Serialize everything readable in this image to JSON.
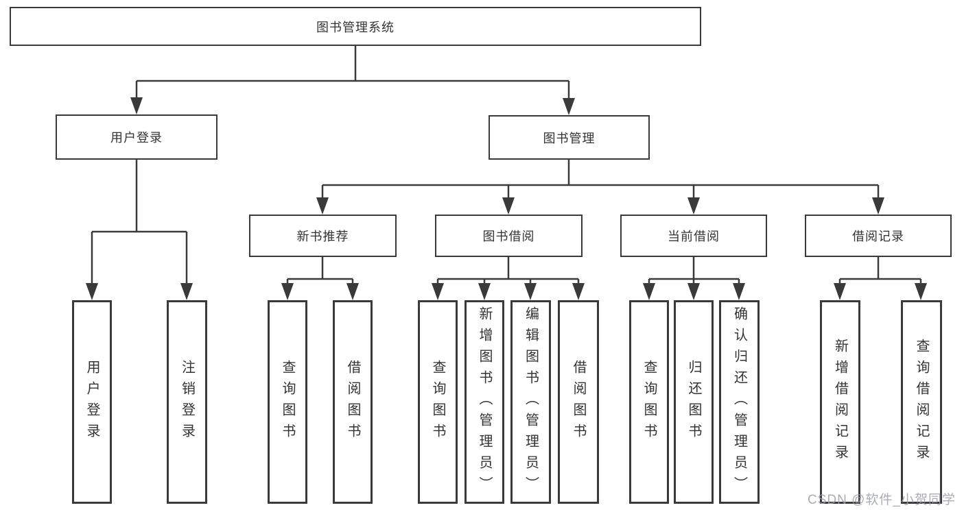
{
  "meta": {
    "diagram_type": "hierarchy-tree",
    "description": "Functional structure diagram of a library management system"
  },
  "palette": {
    "line": "#3a3a3a",
    "box_border": "#3a3a3a",
    "box_fill": "#ffffff",
    "text": "#333333",
    "watermark": "#9b9ea3"
  },
  "tree": {
    "root": {
      "label": "图书管理系统"
    },
    "branches": [
      {
        "label": "用户登录",
        "children": [
          {
            "label": "用户登录"
          },
          {
            "label": "注销登录"
          }
        ]
      },
      {
        "label": "图书管理",
        "children": [
          {
            "label": "新书推荐",
            "children": [
              {
                "label": "查询图书"
              },
              {
                "label": "借阅图书"
              }
            ]
          },
          {
            "label": "图书借阅",
            "children": [
              {
                "label": "查询图书"
              },
              {
                "label": "新增图书（管理员）"
              },
              {
                "label": "编辑图书（管理员）"
              },
              {
                "label": "借阅图书"
              }
            ]
          },
          {
            "label": "当前借阅",
            "children": [
              {
                "label": "查询图书"
              },
              {
                "label": "归还图书"
              },
              {
                "label": "确认归还（管理员）"
              }
            ]
          },
          {
            "label": "借阅记录",
            "children": [
              {
                "label": "新增借阅记录"
              },
              {
                "label": "查询借阅记录"
              }
            ]
          }
        ]
      }
    ]
  },
  "watermark": {
    "text": "CSDN @软件_小贺同学"
  }
}
